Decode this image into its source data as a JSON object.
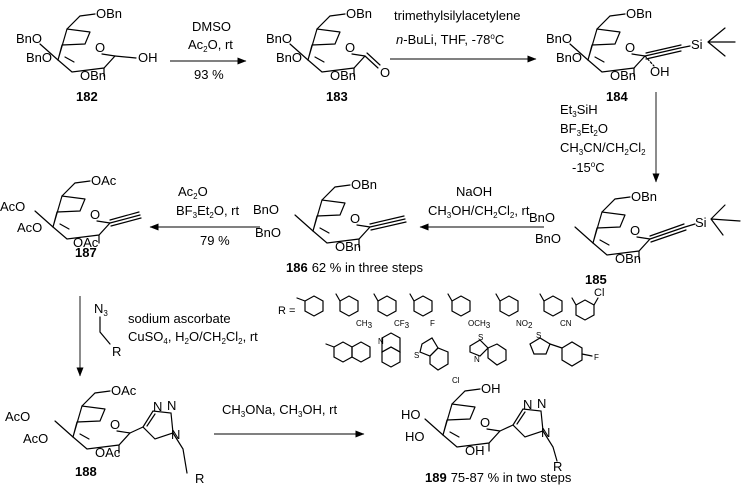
{
  "compounds": {
    "c182": {
      "number": "182",
      "groups": {
        "ch2": "OBn",
        "o4": "BnO",
        "o3": "BnO",
        "o2": "OBn",
        "oh": "OH"
      }
    },
    "c183": {
      "number": "183",
      "groups": {
        "ch2": "OBn",
        "o4": "BnO",
        "o3": "BnO",
        "o2": "OBn",
        "carbonyl": "O"
      }
    },
    "c184": {
      "number": "184",
      "groups": {
        "ch2": "OBn",
        "o4": "BnO",
        "o3": "BnO",
        "o2": "OBn",
        "oh": "OH",
        "si": "Si"
      }
    },
    "c185": {
      "number": "185",
      "groups": {
        "ch2": "OBn",
        "o4": "BnO",
        "o3": "BnO",
        "o2": "OBn",
        "si": "Si"
      }
    },
    "c186": {
      "number": "186",
      "yield": "62 % in three steps",
      "groups": {
        "ch2": "OBn",
        "o4": "BnO",
        "o3": "BnO",
        "o2": "OBn"
      }
    },
    "c187": {
      "number": "187",
      "groups": {
        "ch2": "OAc",
        "o4": "AcO",
        "o3": "AcO",
        "o2": "OAc"
      }
    },
    "c188": {
      "number": "188",
      "groups": {
        "ch2": "OAc",
        "o4": "AcO",
        "o3": "AcO",
        "o2": "OAc",
        "n1": "N",
        "n2": "N",
        "n3": "N",
        "r": "R"
      }
    },
    "c189": {
      "number": "189",
      "yield": "75-87 % in two steps",
      "groups": {
        "ch2": "OH",
        "o4": "HO",
        "o3": "HO",
        "o2": "OH",
        "n1": "N",
        "n2": "N",
        "n3": "N",
        "r": "R"
      }
    }
  },
  "ring_oxygen": "O",
  "steps": {
    "s1": {
      "line1": "DMSO",
      "line2a": "Ac",
      "line2sub": "2",
      "line2b": "O, rt",
      "yield": "93 %"
    },
    "s2": {
      "line1": "trimethylsilylacetylene",
      "line2a": "n",
      "line2b": "-BuLi, THF, -78",
      "line2sup": "o",
      "line2c": "C"
    },
    "s3": {
      "l1a": "Et",
      "l1sub": "3",
      "l1b": "SiH",
      "l2a": "BF",
      "l2sub": "3",
      "l2b": "Et",
      "l2sub2": "2",
      "l2c": "O",
      "l3a": "CH",
      "l3sub": "3",
      "l3b": "CN/CH",
      "l3sub2": "2",
      "l3c": "Cl",
      "l3sub3": "2",
      "l4a": "-15",
      "l4sup": "o",
      "l4b": "C"
    },
    "s4": {
      "line1": "NaOH",
      "line2a": "CH",
      "line2sub": "3",
      "line2b": "OH/CH",
      "line2sub2": "2",
      "line2c": "Cl",
      "line2sub3": "2",
      "line2d": ", rt"
    },
    "s5": {
      "l1a": "Ac",
      "l1sub": "2",
      "l1b": "O",
      "l2a": "BF",
      "l2sub": "3",
      "l2b": "Et",
      "l2sub2": "2",
      "l2c": "O, rt",
      "yield": "79 %"
    },
    "s6": {
      "reagent_n3": "N",
      "reagent_n3sub": "3",
      "reagent_r": "R",
      "line1": "sodium ascorbate",
      "l2a": "CuSO",
      "l2sub": "4",
      "l2b": ", H",
      "l2sub2": "2",
      "l2c": "O/CH",
      "l2sub3": "2",
      "l2d": "Cl",
      "l2sub4": "2",
      "l2e": ", rt"
    },
    "s7": {
      "l1a": "CH",
      "l1sub": "3",
      "l1b": "ONa, CH",
      "l1sub2": "3",
      "l1c": "OH, rt"
    }
  },
  "r_groups": {
    "r_prefix": "R =",
    "labels": {
      "ch3": "CH",
      "ch3sub": "3",
      "cf3": "CF",
      "cf3sub": "3",
      "f": "F",
      "och3": "OCH",
      "och3sub": "3",
      "no2": "NO",
      "no2sub": "2",
      "cn": "CN",
      "cl_top": "Cl",
      "n_quin": "N",
      "s_bt": "S",
      "cl_bt": "Cl",
      "s_btz": "S",
      "n_btz": "N",
      "s_th": "S",
      "f_th": "F"
    }
  }
}
